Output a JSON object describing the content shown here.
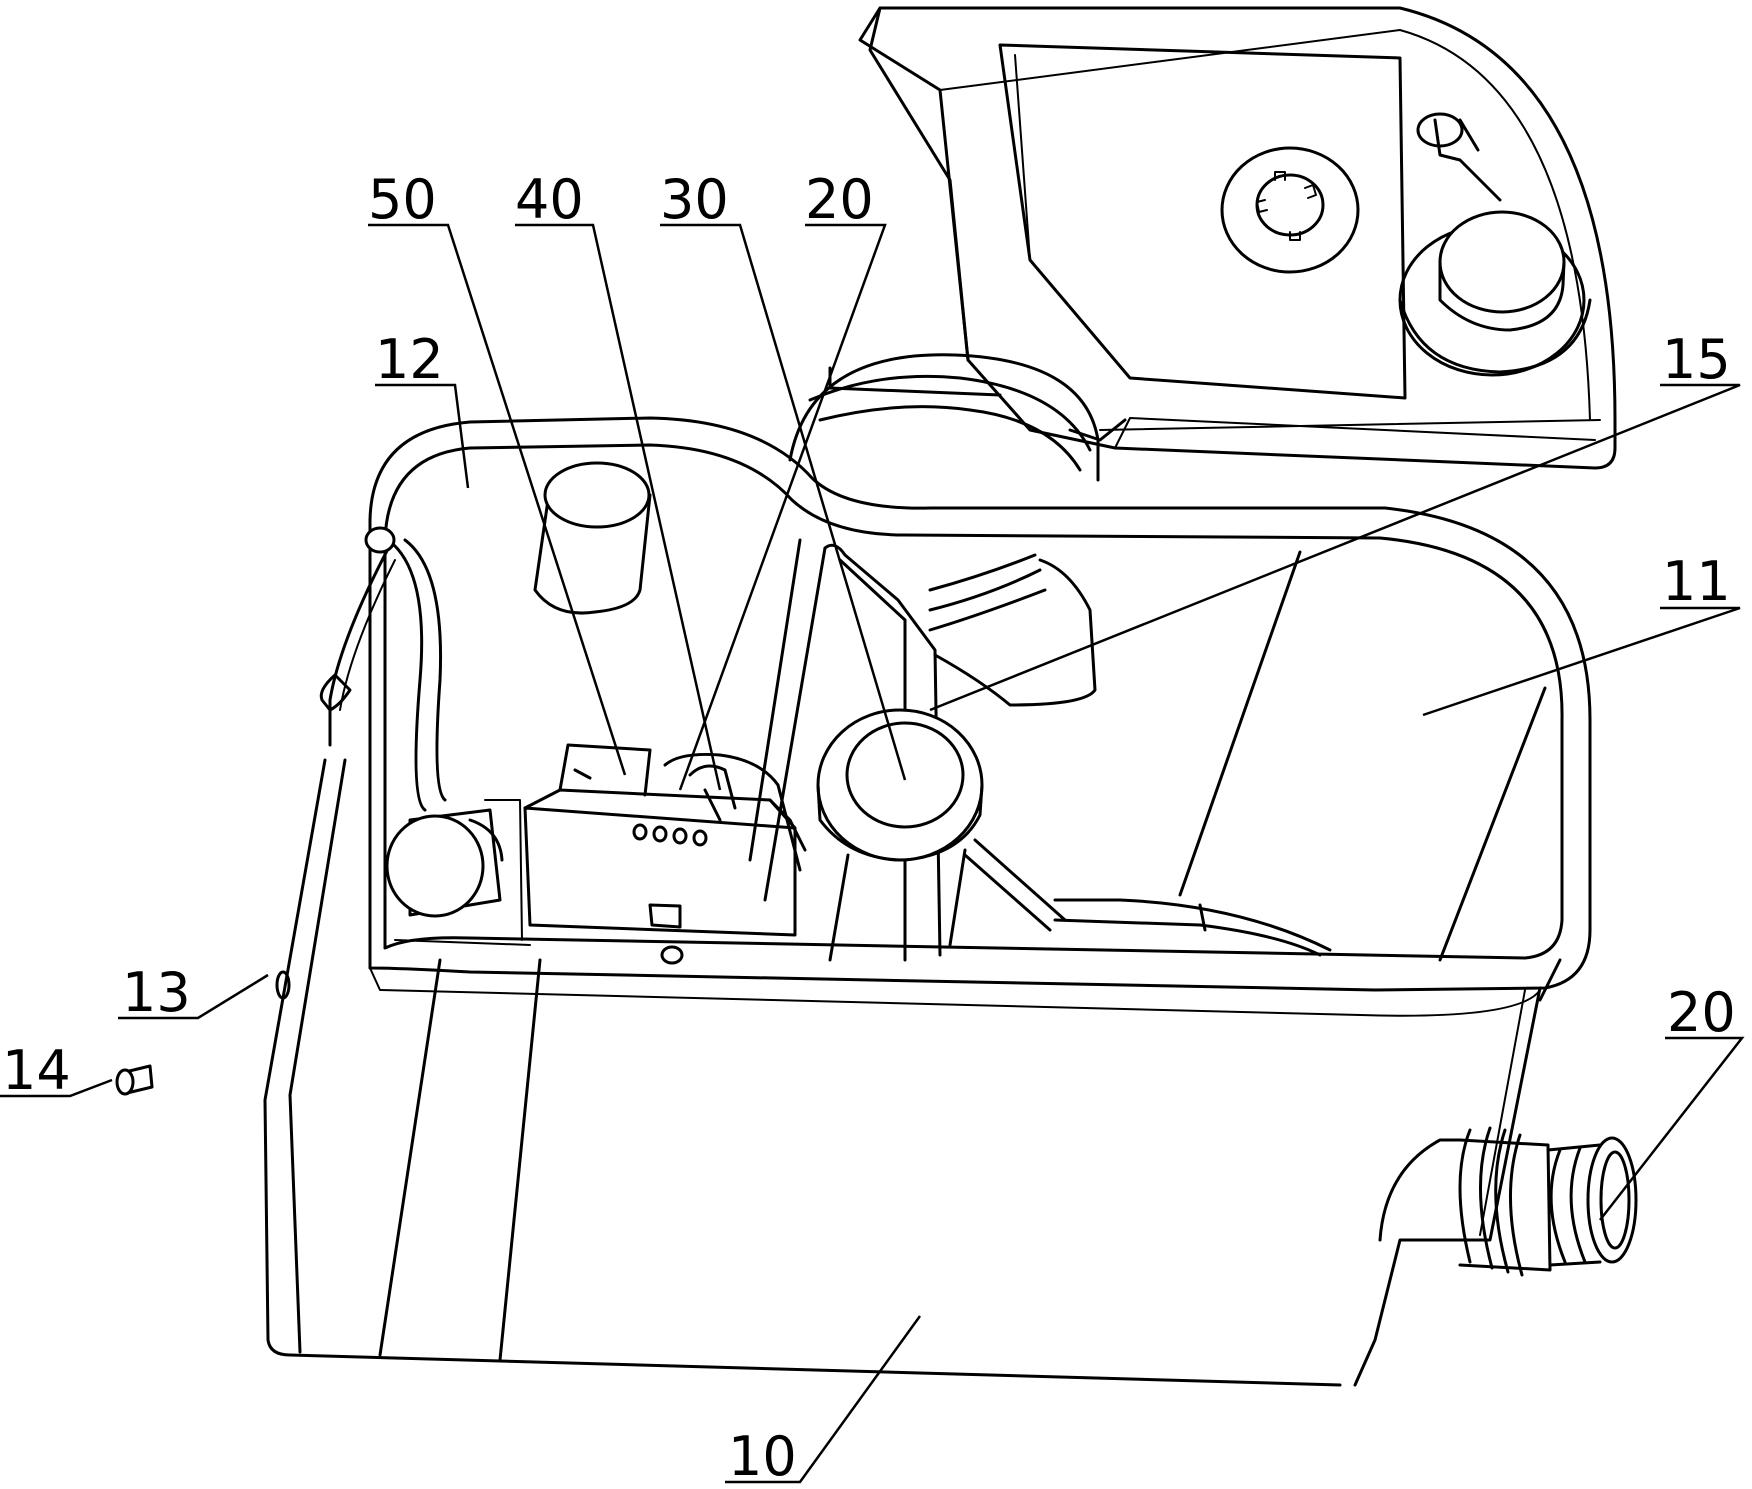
{
  "labels": {
    "l50": "50",
    "l40": "40",
    "l30": "30",
    "l20_top": "20",
    "l12": "12",
    "l15": "15",
    "l11": "11",
    "l13": "13",
    "l14": "14",
    "l20_right": "20",
    "l10": "10"
  }
}
